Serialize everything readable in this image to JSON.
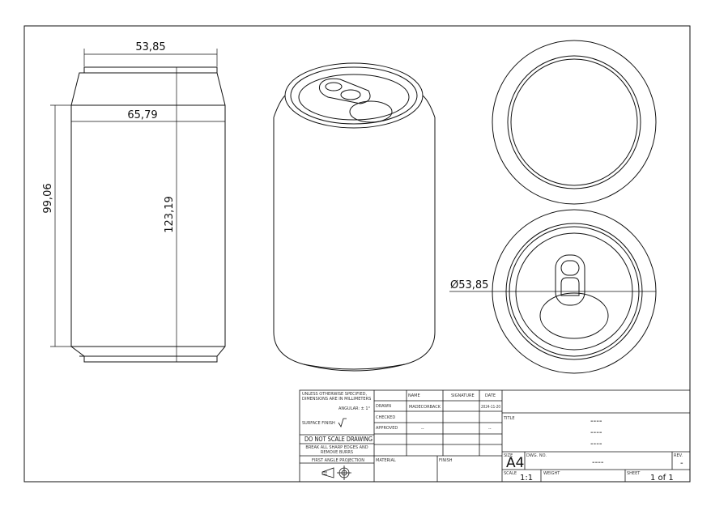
{
  "dimensions": {
    "top_width": "53,85",
    "body_width": "65,79",
    "body_height": "99,06",
    "total_height": "123,19",
    "diameter": "Ø53,85"
  },
  "title_block": {
    "general_note": "UNLESS OTHERWISE SPECIFIED, DIMENSIONS ARE IN MILLIMETERS",
    "angular": "ANGULAR: ± 1°",
    "surface_finish": "SURFACE FINISH",
    "do_not_scale": "DO NOT SCALE DRAWING",
    "break_edges": "BREAK ALL SHARP EDGES AND REMOVE BURRS",
    "projection": "FIRST ANGLE PROJECTION",
    "col_name": "NAME",
    "col_signature": "SIGNATURE",
    "col_date": "DATE",
    "row_drawn": "DRAWN",
    "row_checked": "CHECKED",
    "row_approved": "APPROVED",
    "drawn_name": "MADECORBACK",
    "drawn_date": "2024-11-20",
    "approved_name": "--",
    "approved_date": "--",
    "material": "MATERIAL",
    "finish": "FINISH",
    "title_label": "TITLE",
    "title_lines": [
      "----",
      "----",
      "----"
    ],
    "size_label": "SIZE",
    "size": "A4",
    "dwg_label": "DWG. NO.",
    "dwg_no": "----",
    "rev_label": "REV.",
    "rev": "-",
    "scale_label": "SCALE",
    "scale": "1:1",
    "weight_label": "WEIGHT",
    "sheet_label": "SHEET",
    "sheet": "1 of 1"
  }
}
